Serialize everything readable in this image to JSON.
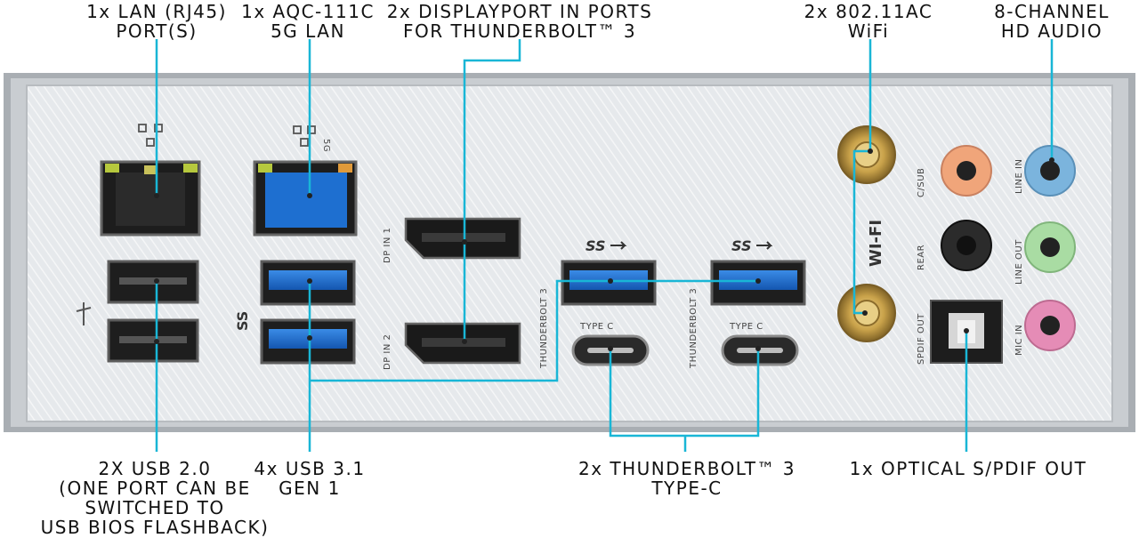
{
  "callouts": {
    "lan": [
      "1x LAN (RJ45)",
      "PORT(S)"
    ],
    "aqc": [
      "1x AQC-111C",
      "5G LAN"
    ],
    "displayport": [
      "2x DISPLAYPORT IN PORTS",
      "FOR THUNDERBOLT™ 3"
    ],
    "wifi": [
      "2x 802.11AC",
      "WiFi"
    ],
    "audio": [
      "8-CHANNEL",
      "HD AUDIO"
    ],
    "usb20": [
      "2X USB 2.0",
      "(ONE PORT CAN BE",
      "SWITCHED TO",
      "USB BIOS FLASHBACK)"
    ],
    "usb31": [
      "4x USB 3.1",
      "GEN 1"
    ],
    "thunderbolt": [
      "2x THUNDERBOLT™ 3",
      "TYPE-C"
    ],
    "optical": [
      "1x OPTICAL S/PDIF OUT"
    ]
  },
  "panel_labels": {
    "dp_in_1": "DP IN 1",
    "dp_in_2": "DP IN 2",
    "thunderbolt3_a": "THUNDERBOLT 3",
    "thunderbolt3_b": "THUNDERBOLT 3",
    "type_c_a": "TYPE C",
    "type_c_b": "TYPE C",
    "ss_a": "SS",
    "ss_b": "SS",
    "ss_left": "SS",
    "wifi": "WI-FI",
    "spdif_out": "SPDIF OUT",
    "c_sub": "C/SUB",
    "rear": "REAR",
    "line_in": "LINE IN",
    "line_out": "LINE OUT",
    "mic_in": "MIC IN",
    "lan_5g": "5G"
  },
  "colors": {
    "accent_line": "#19b6d6",
    "panel": "#e4e7ea",
    "usb3_blue": "#1e6fd0",
    "audio_orange": "#f0a57a",
    "audio_blue": "#7bb4dd",
    "audio_green": "#a9dca3",
    "audio_pink": "#e58cb6",
    "antenna_gold": "#c9a24a"
  }
}
